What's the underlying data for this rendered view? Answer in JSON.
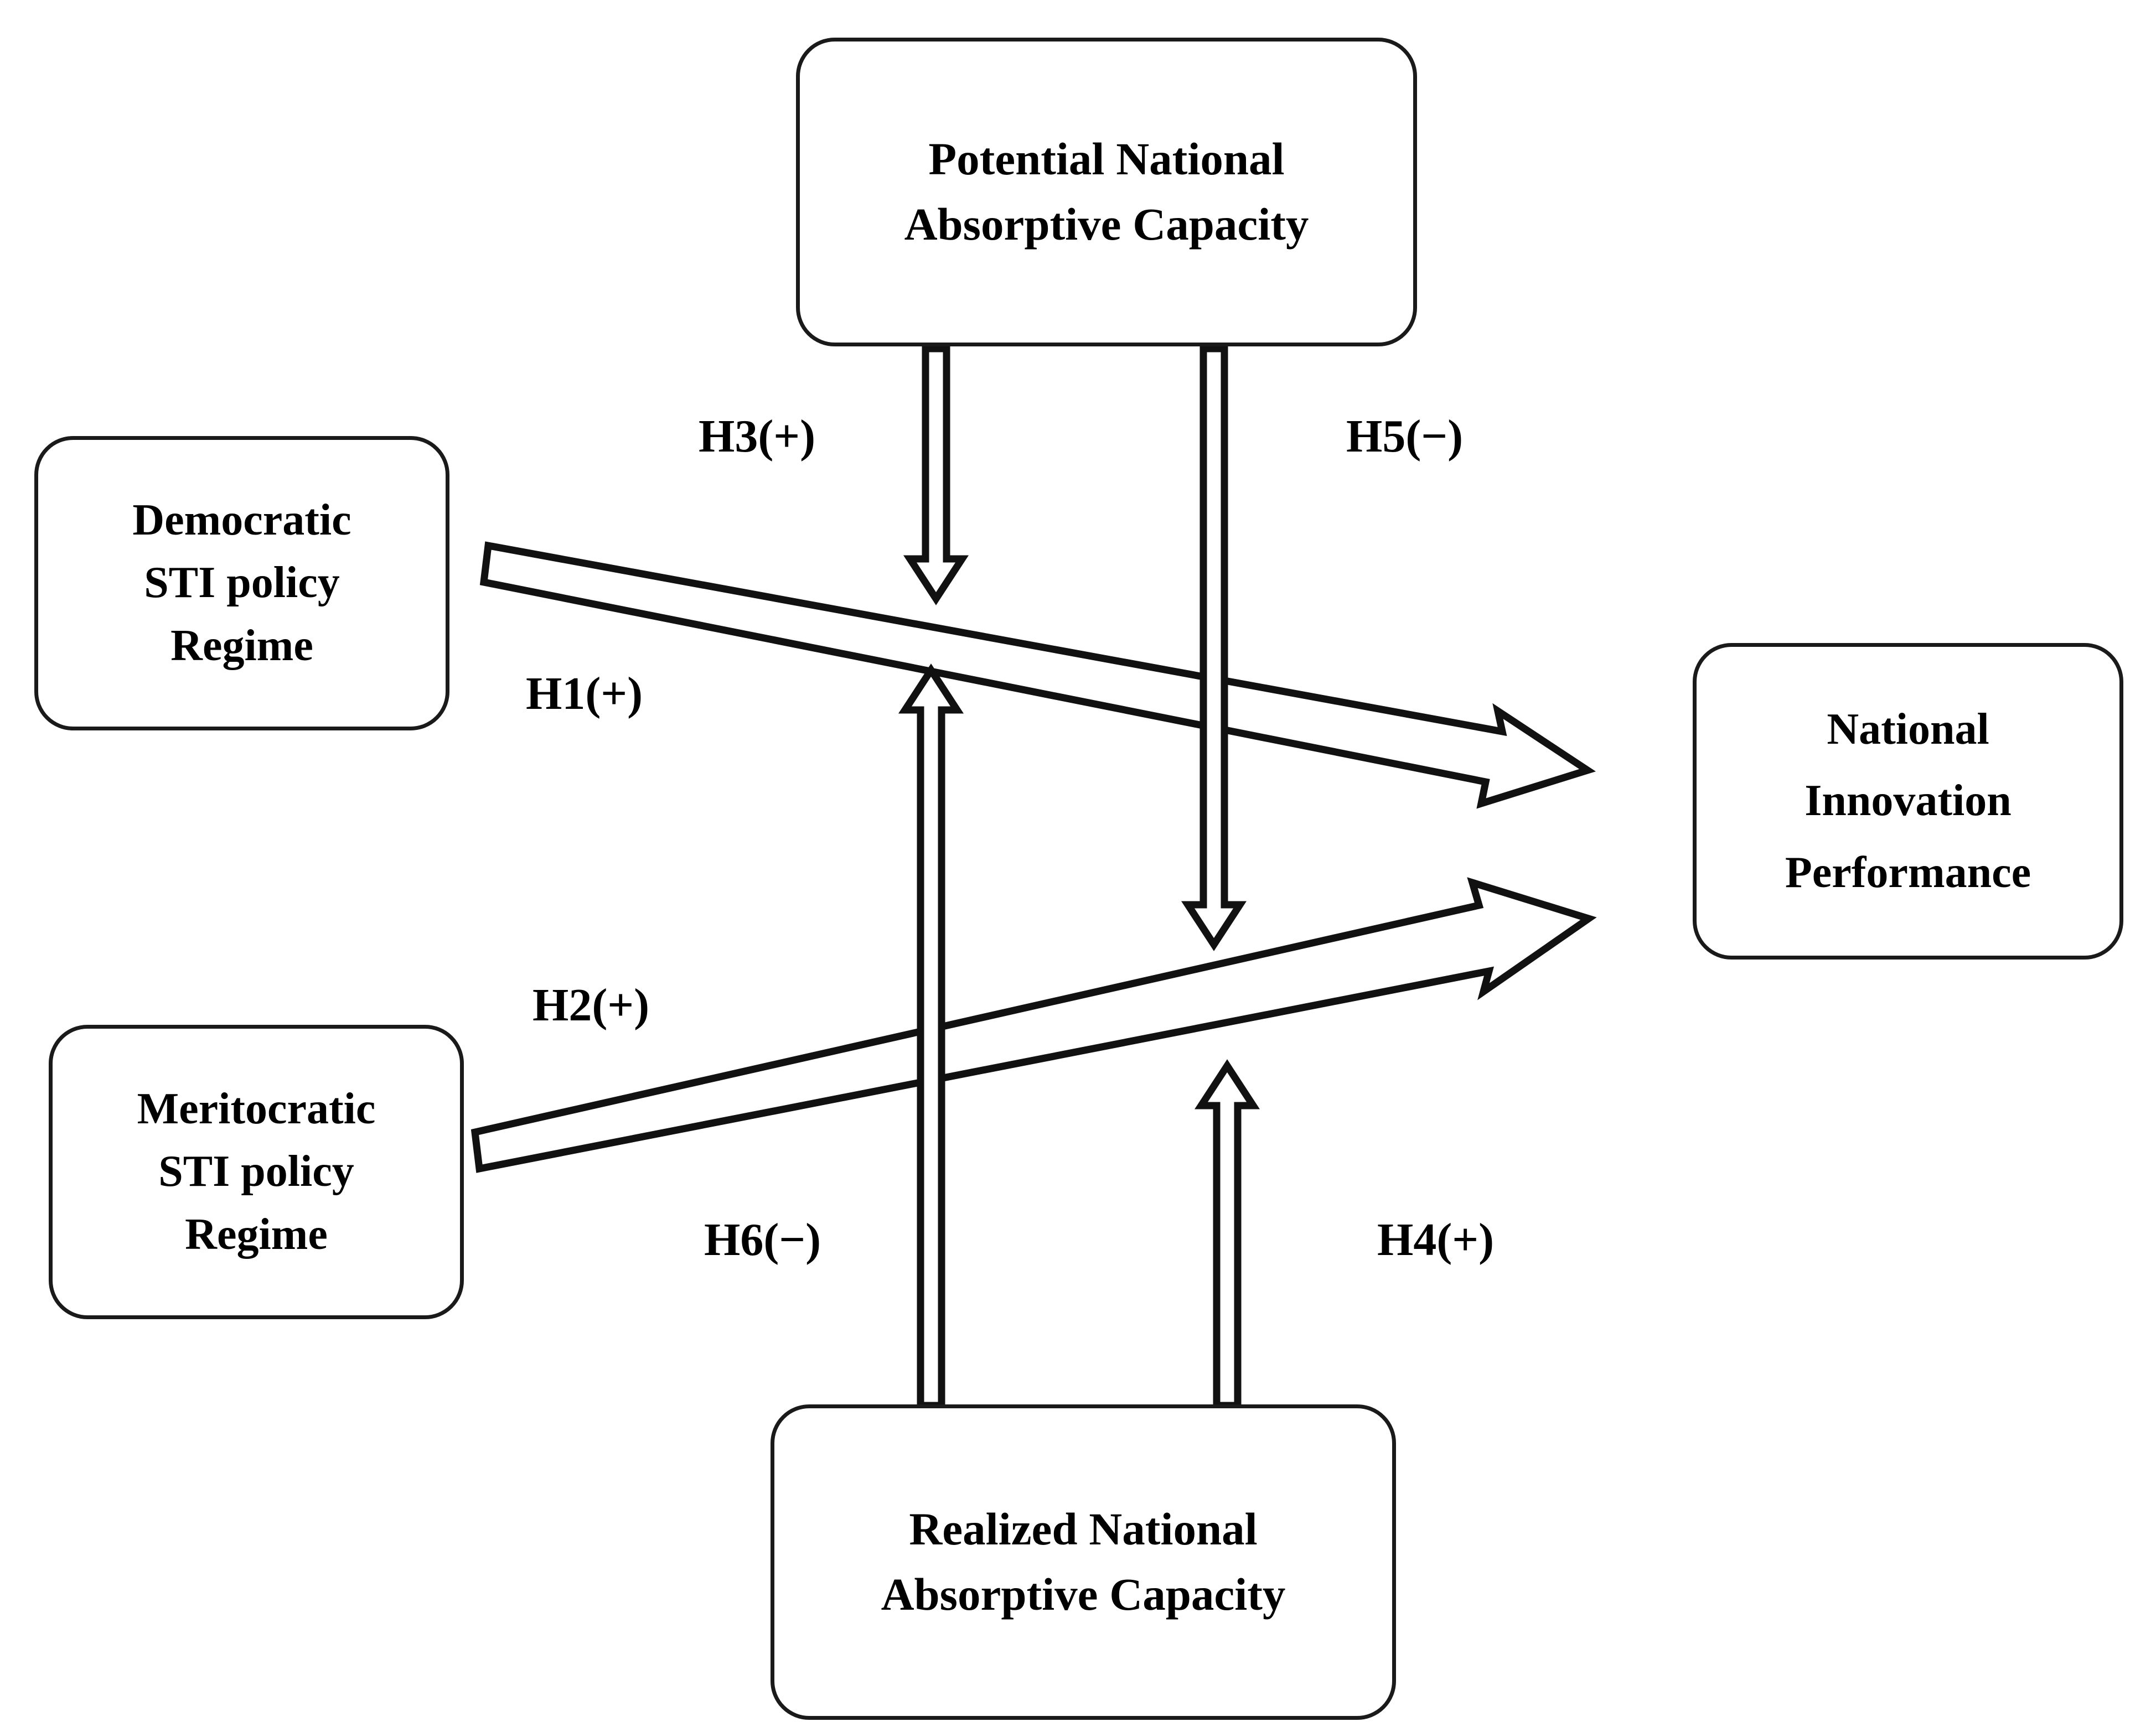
{
  "figure": {
    "type": "conceptual-model-diagram",
    "background_color": "#ffffff",
    "stroke_color": "#1a1a1a",
    "text_color": "#000000"
  },
  "nodes": [
    {
      "id": "potential-absorptive-capacity",
      "lines": [
        "Potential National",
        "Absorptive Capacity"
      ],
      "line1": "Potential National",
      "line2": "Absorptive Capacity",
      "position": "top-center"
    },
    {
      "id": "democratic-sti-policy-regime",
      "lines": [
        "Democratic",
        "STI policy",
        "Regime"
      ],
      "line1": "Democratic",
      "line2": "STI policy",
      "line3": "Regime",
      "position": "left-upper"
    },
    {
      "id": "meritocratic-sti-policy-regime",
      "lines": [
        "Meritocratic",
        "STI policy",
        "Regime"
      ],
      "line1": "Meritocratic",
      "line2": "STI policy",
      "line3": "Regime",
      "position": "left-lower"
    },
    {
      "id": "national-innovation-performance",
      "lines": [
        "National",
        "Innovation",
        "Performance"
      ],
      "line1": "National",
      "line2": "Innovation",
      "line3": "Performance",
      "position": "right-center"
    },
    {
      "id": "realized-absorptive-capacity",
      "lines": [
        "Realized National",
        "Absorptive Capacity"
      ],
      "line1": "Realized National",
      "line2": "Absorptive Capacity",
      "position": "bottom-center"
    }
  ],
  "edges": [
    {
      "id": "h1",
      "label": "H1(+)",
      "sign": "+",
      "from": "democratic-sti-policy-regime",
      "to": "national-innovation-performance",
      "direction": "diagonal-down-right",
      "arrow_style": "hollow-open-arrow"
    },
    {
      "id": "h2",
      "label": "H2(+)",
      "sign": "+",
      "from": "meritocratic-sti-policy-regime",
      "to": "national-innovation-performance",
      "direction": "diagonal-up-right",
      "arrow_style": "hollow-open-arrow"
    },
    {
      "id": "h3",
      "label": "H3(+)",
      "sign": "+",
      "from": "potential-absorptive-capacity",
      "to": "h1-path",
      "direction": "down",
      "arrow_style": "hollow-block-arrow"
    },
    {
      "id": "h4",
      "label": "H4(+)",
      "sign": "+",
      "from": "realized-absorptive-capacity",
      "to": "h2-path",
      "direction": "up",
      "arrow_style": "hollow-block-arrow"
    },
    {
      "id": "h5",
      "label": "H5(−)",
      "sign": "−",
      "from": "potential-absorptive-capacity",
      "to": "h2-path",
      "direction": "down",
      "arrow_style": "hollow-block-arrow"
    },
    {
      "id": "h6",
      "label": "H6(−)",
      "sign": "−",
      "from": "realized-absorptive-capacity",
      "to": "h1-path",
      "direction": "up",
      "arrow_style": "hollow-block-arrow"
    }
  ]
}
